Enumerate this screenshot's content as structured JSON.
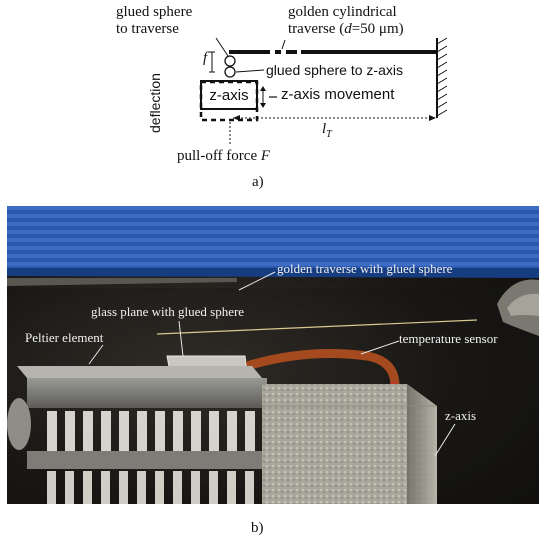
{
  "diagram_a": {
    "label_glued_sphere_traverse_line1": "glued sphere",
    "label_glued_sphere_traverse_line2": "to traverse",
    "label_golden_traverse_line1": "golden cylindrical",
    "label_golden_traverse_prefix": "traverse (",
    "label_golden_traverse_d": "d",
    "label_golden_traverse_suffix": "=50 μm)",
    "label_f": "f",
    "label_glued_sphere_zaxis": "glued sphere to z-axis",
    "label_deflection": "deflection",
    "label_zaxis_box": "z-axis",
    "label_zaxis_movement": "z-axis movement",
    "label_lt_main": "l",
    "label_lt_sub": "T",
    "label_pulloff_prefix": "pull-off force ",
    "label_pulloff_symbol": "F",
    "caption": "a)"
  },
  "photo_b": {
    "label_golden_traverse": "golden traverse with glued sphere",
    "label_glass_plane": "glass plane with glued sphere",
    "label_peltier": "Peltier element",
    "label_temperature_sensor": "temperature sensor",
    "label_zaxis": "z-axis",
    "caption": "b)"
  }
}
